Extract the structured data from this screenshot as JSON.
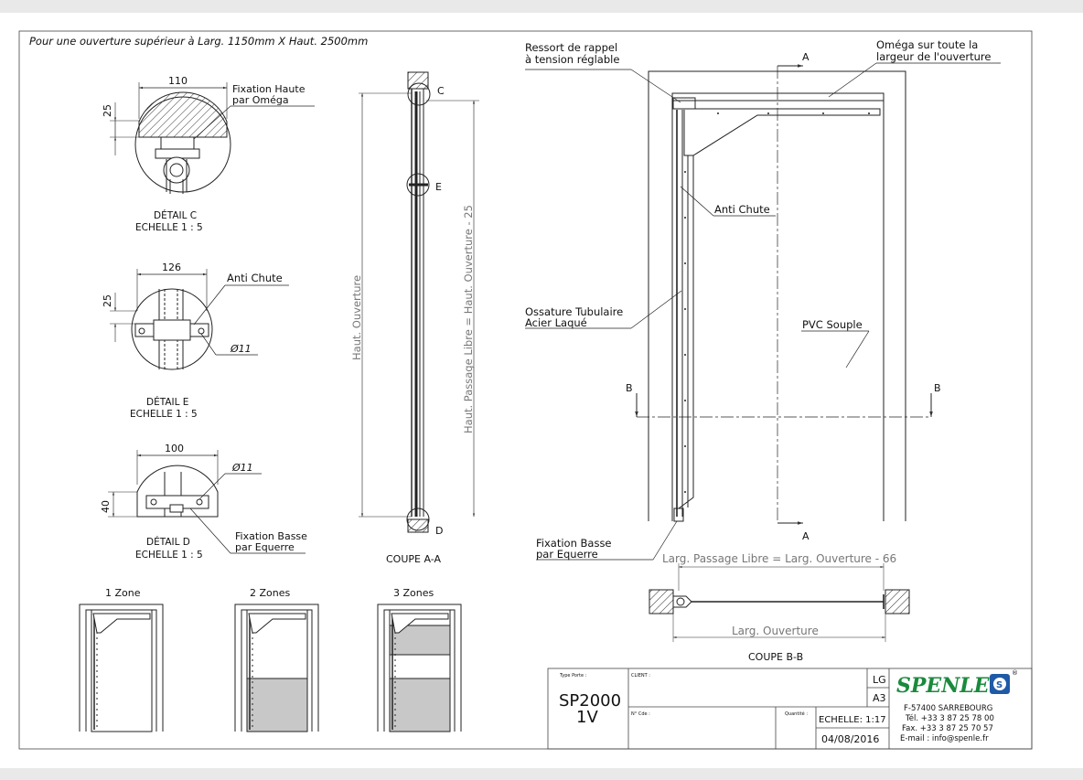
{
  "header_note": "Pour une ouverture supérieur à Larg. 1150mm X Haut. 2500mm",
  "detail_c": {
    "dim_width": "110",
    "dim_height": "25",
    "callout_line1": "Fixation Haute",
    "callout_line2": "par Oméga",
    "caption_line1": "DÉTAIL C",
    "caption_line2": "ECHELLE 1 : 5"
  },
  "detail_e": {
    "dim_width": "126",
    "dim_height": "25",
    "callout": "Anti Chute",
    "diameter": "Ø11",
    "caption_line1": "DÉTAIL E",
    "caption_line2": "ECHELLE 1 : 5"
  },
  "detail_d": {
    "dim_width": "100",
    "dim_height": "40",
    "diameter": "Ø11",
    "callout_line1": "Fixation Basse",
    "callout_line2": "par Equerre",
    "caption_line1": "DÉTAIL D",
    "caption_line2": "ECHELLE 1 : 5"
  },
  "zones": [
    "1 Zone",
    "2 Zones",
    "3 Zones"
  ],
  "section_aa": {
    "letter_c": "C",
    "letter_e": "E",
    "letter_d": "D",
    "dim_overall": "Haut. Ouverture",
    "dim_passage": "Haut. Passage Libre = Haut. Ouverture - 25",
    "caption": "COUPE A-A"
  },
  "elevation": {
    "label_ressort_1": "Ressort de rappel",
    "label_ressort_2": "à tension réglable",
    "label_omega_1": "Oméga sur toute la",
    "label_omega_2": "largeur de l'ouverture",
    "label_anti_chute": "Anti Chute",
    "label_ossature_1": "Ossature Tubulaire",
    "label_ossature_2": "Acier Laqué",
    "label_pvc": "PVC Souple",
    "label_fixation_1": "Fixation Basse",
    "label_fixation_2": "par Equerre",
    "section_a": "A",
    "section_b": "B"
  },
  "section_bb": {
    "dim_passage": "Larg. Passage Libre = Larg. Ouverture - 66",
    "dim_overall": "Larg. Ouverture",
    "caption": "COUPE B-B"
  },
  "title_block": {
    "type_porte_label": "Type Porte :",
    "type_porte_line1": "SP2000",
    "type_porte_line2": "1V",
    "client_label": "CLIENT :",
    "no_cde_label": "N° Cde :",
    "quantite_label": "Quantité :",
    "lg": "LG",
    "a3": "A3",
    "echelle": "ECHELLE: 1:17",
    "date": "04/08/2016",
    "brand": "SPENLE",
    "brand_badge": "S",
    "registered": "®",
    "address": "F-57400 SARREBOURG",
    "tel": "Tél. +33 3 87 25 78 00",
    "fax": "Fax. +33 3 87 25 70 57",
    "email": "E-mail : info@spenle.fr"
  },
  "colors": {
    "line": "#222222",
    "grey_fill": "#c8c8c8",
    "brand_green": "#1a8a3c",
    "brand_blue": "#1f5aa6"
  }
}
